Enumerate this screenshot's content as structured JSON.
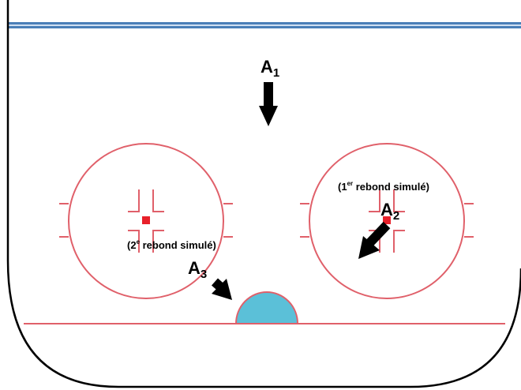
{
  "labels": {
    "a1": {
      "letter": "A",
      "index": "1"
    },
    "a2": {
      "letter": "A",
      "index": "2"
    },
    "a3": {
      "letter": "A",
      "index": "3"
    },
    "rebound1": {
      "prefix": "(1",
      "sup": "er",
      "suffix": " rebond simulé)"
    },
    "rebound2": {
      "prefix": "(2",
      "sup": "e",
      "suffix": " rebond simulé)"
    }
  },
  "colors": {
    "rink_outline": "#000000",
    "top_line": "#4a7fb8",
    "circle_red": "#e0606a",
    "center_dot": "#e8202a",
    "crease_fill": "#5bc0d8",
    "arrow": "#000000"
  }
}
